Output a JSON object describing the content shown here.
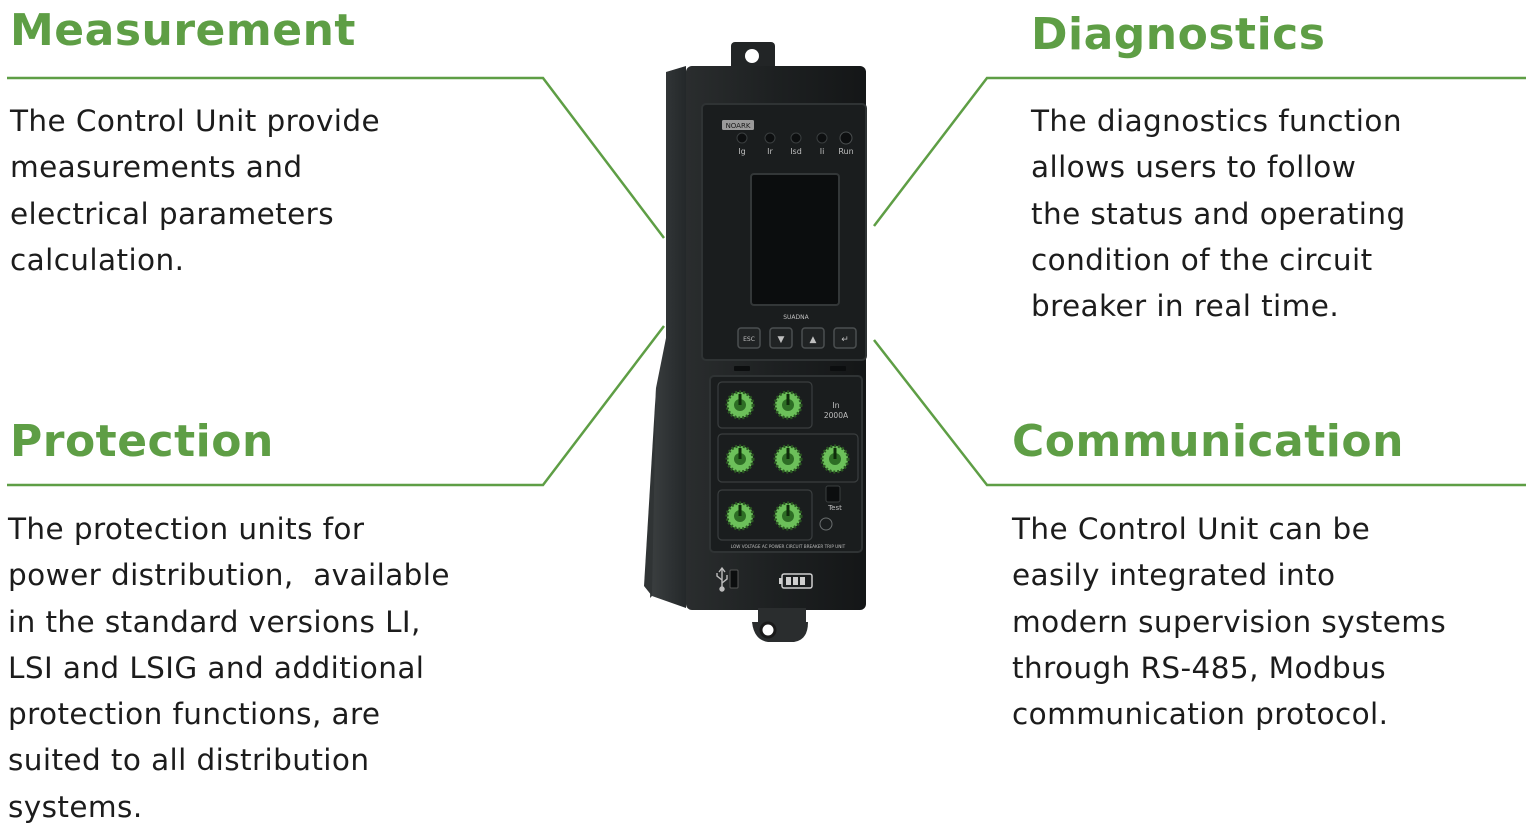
{
  "accent_color": "#5e9e45",
  "sections": {
    "measurement": {
      "title": "Measurement",
      "lines": [
        "The Control Unit provide",
        "measurements and",
        "electrical parameters",
        "calculation."
      ]
    },
    "diagnostics": {
      "title": "Diagnostics",
      "lines": [
        "The diagnostics function",
        "allows users to follow",
        "the status and operating",
        "condition of the circuit",
        "breaker in real time."
      ]
    },
    "protection": {
      "title": "Protection",
      "lines": [
        "The protection units for",
        "power distribution,  available",
        "in the standard versions LI,",
        "LSI and LSIG and additional",
        "protection functions, are",
        "suited to all distribution",
        "systems."
      ]
    },
    "communication": {
      "title": "Communication",
      "lines": [
        "The Control Unit can be",
        "easily integrated into",
        "modern supervision systems",
        "through RS-485, Modbus",
        "communication protocol."
      ]
    }
  },
  "device": {
    "brand": "NOARK",
    "leds": [
      "Ig",
      "Ir",
      "Isd",
      "Ii",
      "Run"
    ],
    "model": "SUADNA",
    "keys": [
      "ESC",
      "▼",
      "▲",
      "↵"
    ],
    "rating_label": "In",
    "rating_value": "2000A",
    "test_label": "Test",
    "footer": "LOW VOLTAGE AC POWER CIRCUIT BREAKER TRIP UNIT",
    "usb_icon": "usb-icon",
    "battery_icon": "battery-icon"
  }
}
